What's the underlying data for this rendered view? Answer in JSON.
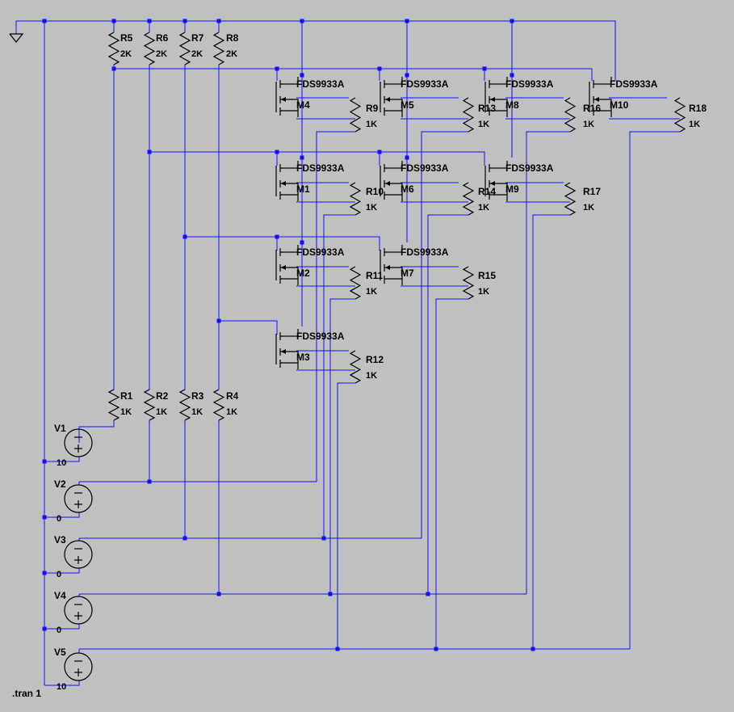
{
  "directive": ".tran 1",
  "colors": {
    "background": "#c0c0c0",
    "wire": "#1010ff",
    "symbol": "#000000"
  },
  "mosfets": [
    {
      "ref": "M4",
      "model": "FDS9933A"
    },
    {
      "ref": "M5",
      "model": "FDS9933A"
    },
    {
      "ref": "M8",
      "model": "FDS9933A"
    },
    {
      "ref": "M10",
      "model": "FDS9933A"
    },
    {
      "ref": "M1",
      "model": "FDS9933A"
    },
    {
      "ref": "M6",
      "model": "FDS9933A"
    },
    {
      "ref": "M9",
      "model": "FDS9933A"
    },
    {
      "ref": "M2",
      "model": "FDS9933A"
    },
    {
      "ref": "M7",
      "model": "FDS9933A"
    },
    {
      "ref": "M3",
      "model": "FDS9933A"
    }
  ],
  "resistors": [
    {
      "ref": "R5",
      "value": "2K"
    },
    {
      "ref": "R6",
      "value": "2K"
    },
    {
      "ref": "R7",
      "value": "2K"
    },
    {
      "ref": "R8",
      "value": "2K"
    },
    {
      "ref": "R1",
      "value": "1K"
    },
    {
      "ref": "R2",
      "value": "1K"
    },
    {
      "ref": "R3",
      "value": "1K"
    },
    {
      "ref": "R4",
      "value": "1K"
    },
    {
      "ref": "R9",
      "value": "1K"
    },
    {
      "ref": "R13",
      "value": "1K"
    },
    {
      "ref": "R16",
      "value": "1K"
    },
    {
      "ref": "R18",
      "value": "1K"
    },
    {
      "ref": "R10",
      "value": "1K"
    },
    {
      "ref": "R14",
      "value": "1K"
    },
    {
      "ref": "R17",
      "value": "1K"
    },
    {
      "ref": "R11",
      "value": "1K"
    },
    {
      "ref": "R15",
      "value": "1K"
    },
    {
      "ref": "R12",
      "value": "1K"
    }
  ],
  "sources": [
    {
      "ref": "V1",
      "value": "10"
    },
    {
      "ref": "V2",
      "value": "0"
    },
    {
      "ref": "V3",
      "value": "0"
    },
    {
      "ref": "V4",
      "value": "0"
    },
    {
      "ref": "V5",
      "value": "10"
    }
  ]
}
